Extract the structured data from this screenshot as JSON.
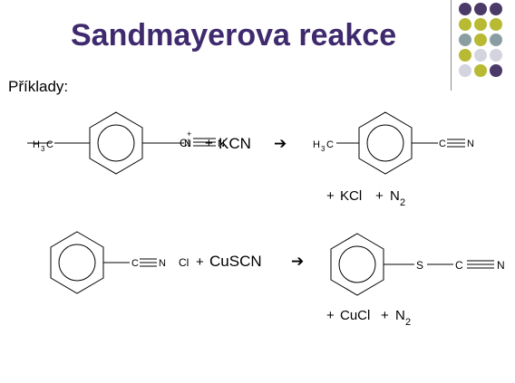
{
  "slide": {
    "title": "Sandmayerova reakce",
    "subtitle": "Příklady:"
  },
  "colors": {
    "title": "#3f2a6e",
    "dot_purple": "#4a3a68",
    "dot_olive": "#b7ba32",
    "dot_teal": "#8a9ea2",
    "dot_light": "#d3d4de"
  },
  "decoration": {
    "dot_grid": [
      [
        "dot_purple",
        "dot_purple",
        "dot_purple"
      ],
      [
        "dot_olive",
        "dot_olive",
        "dot_olive"
      ],
      [
        "dot_teal",
        "dot_olive",
        "dot_teal"
      ],
      [
        "dot_olive",
        "dot_light",
        "dot_light"
      ],
      [
        "dot_light",
        "dot_olive",
        "dot_purple"
      ]
    ]
  },
  "reaction1": {
    "reactant": {
      "methyl_h": "H",
      "methyl_sub": "3",
      "methyl_c": "C",
      "diazo_n1": "N",
      "diazo_charge": "+",
      "diazo_n2": "N",
      "counter_ion": "Cl"
    },
    "reagent_plus": "+",
    "reagent": "KCN",
    "arrow": "➔",
    "product": {
      "methyl_h": "H",
      "methyl_sub": "3",
      "methyl_c": "C",
      "nitrile_c": "C",
      "nitrile_n": "N"
    },
    "byproducts": {
      "plus1": "+",
      "salt": "KCl",
      "plus2": "+",
      "gas": "N",
      "gas_sub": "2"
    }
  },
  "reaction2": {
    "reactant": {
      "nitrile_c": "C",
      "nitrile_n": "N",
      "counter_ion": "Cl"
    },
    "reagent_plus": "+",
    "reagent": "CuSCN",
    "arrow": "➔",
    "product": {
      "sulfur": "S",
      "nitrile_c": "C",
      "nitrile_n": "N"
    },
    "byproducts": {
      "plus1": "+",
      "salt": "CuCl",
      "plus2": "+",
      "gas": "N",
      "gas_sub": "2"
    }
  }
}
